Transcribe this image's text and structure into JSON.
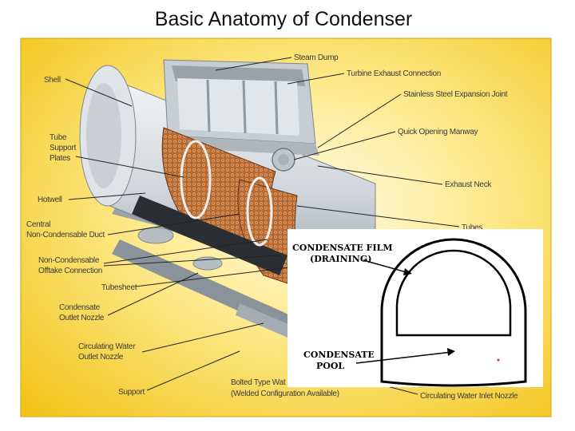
{
  "title": "Basic Anatomy of Condenser",
  "labels": {
    "shell": "Shell",
    "tube_support_1": "Tube",
    "tube_support_2": "Support",
    "tube_support_3": "Plates",
    "hotwell": "Hotwell",
    "central_1": "Central",
    "central_2": "Non-Condensable Duct",
    "noncond_1": "Non-Condensable",
    "noncond_2": "Offtake Connection",
    "tubesheet": "Tubesheet",
    "cond_outlet_1": "Condensate",
    "cond_outlet_2": "Outlet Nozzle",
    "circ_outlet_1": "Circulating Water",
    "circ_outlet_2": "Outlet Nozzle",
    "support": "Support",
    "bolted_1": "Bolted Type Wat",
    "bolted_2": "(Welded Configuration Available)",
    "steam_dump": "Steam Dump",
    "turbine_exhaust": "Turbine Exhaust Connection",
    "expansion_joint": "Stainless Steel Expansion Joint",
    "manway": "Quick Opening Manway",
    "exhaust_neck": "Exhaust Neck",
    "tubes": "Tubes",
    "circ_inlet": "Circulating Water Inlet Nozzle"
  },
  "inset": {
    "film_1": "CONDENSATE FILM",
    "film_2": "(DRAINING)",
    "pool_1": "CONDENSATE",
    "pool_2": "POOL"
  }
}
